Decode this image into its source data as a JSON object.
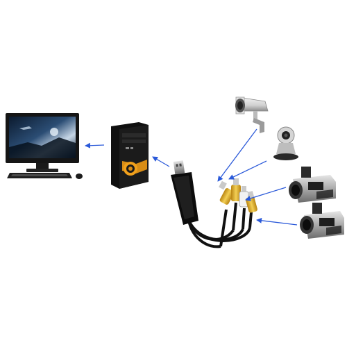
{
  "colors": {
    "background": "#ffffff",
    "arrow": "#2a59d9",
    "rca_yellow": "#e8b51a",
    "rca_white": "#f2f2f2",
    "case_black": "#111111",
    "case_accent": "#d88d16"
  },
  "components": {
    "monitor": "monitor-icon",
    "keyboard": "keyboard-icon",
    "mouse": "mouse-icon",
    "pc_tower": "pc-tower-icon",
    "usb_capture_adapter": "usb-capture-adapter-icon",
    "cctv_camera": "cctv-camera-icon",
    "webcam": "webcam-icon",
    "camcorder_1": "camcorder-icon",
    "camcorder_2": "camcorder-icon"
  },
  "connections": [
    {
      "from": "pc_tower",
      "to": "monitor"
    },
    {
      "from": "usb_capture_adapter",
      "to": "pc_tower"
    },
    {
      "from": "cctv_camera",
      "to": "usb_capture_adapter"
    },
    {
      "from": "webcam",
      "to": "usb_capture_adapter"
    },
    {
      "from": "camcorder_1",
      "to": "usb_capture_adapter"
    },
    {
      "from": "camcorder_2",
      "to": "usb_capture_adapter"
    }
  ]
}
